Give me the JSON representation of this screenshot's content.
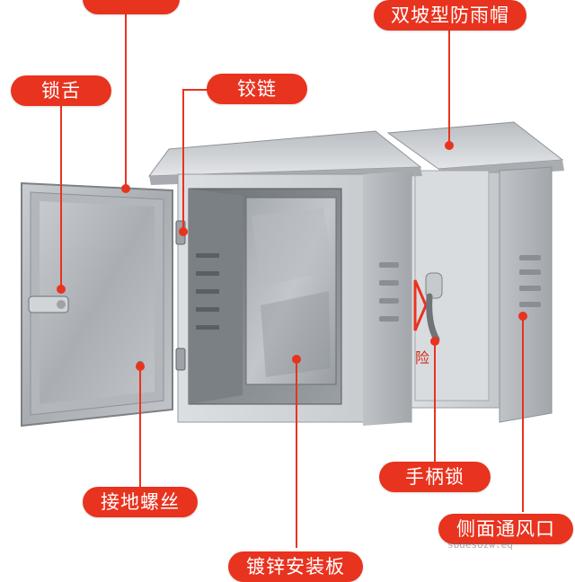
{
  "labels": {
    "top_cut": "",
    "rain_hood": "双坡型防雨帽",
    "lock_tongue": "锁舌",
    "hinge": "铰链",
    "handle_lock": "手柄锁",
    "ground_screw": "接地螺丝",
    "side_vent": "侧面通风口",
    "mount_plate": "镀锌安装板"
  },
  "warning_text": "险",
  "watermark": "sbdesozw.eq",
  "colors": {
    "callout": "#e8331f",
    "steel_light": "#d6d9dc",
    "steel_mid": "#b5b9bd",
    "steel_dark": "#8e9398"
  }
}
